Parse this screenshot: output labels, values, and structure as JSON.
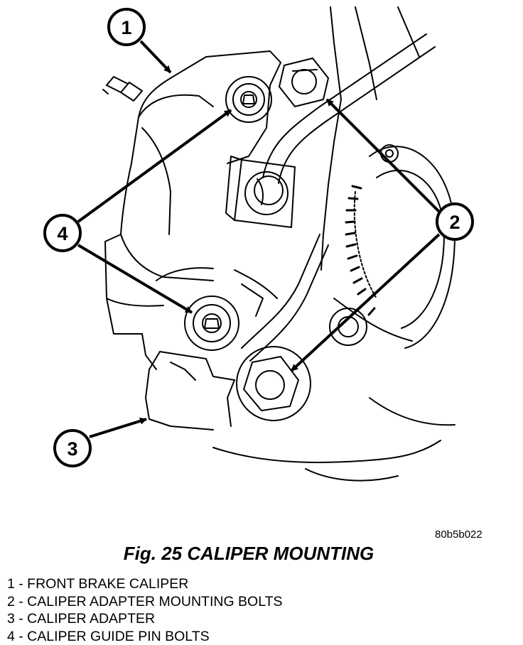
{
  "diagram": {
    "callouts": [
      {
        "id": "callout-1",
        "number": "1"
      },
      {
        "id": "callout-2",
        "number": "2"
      },
      {
        "id": "callout-3",
        "number": "3"
      },
      {
        "id": "callout-4",
        "number": "4"
      }
    ],
    "reference_code": "80b5b022",
    "figure_title": "Fig. 25 CALIPER MOUNTING",
    "legend": [
      "1 - FRONT BRAKE CALIPER",
      "2 - CALIPER ADAPTER MOUNTING BOLTS",
      "3 - CALIPER ADAPTER",
      "4 - CALIPER GUIDE PIN BOLTS"
    ]
  },
  "colors": {
    "ink": "#000000",
    "paper": "#ffffff"
  }
}
